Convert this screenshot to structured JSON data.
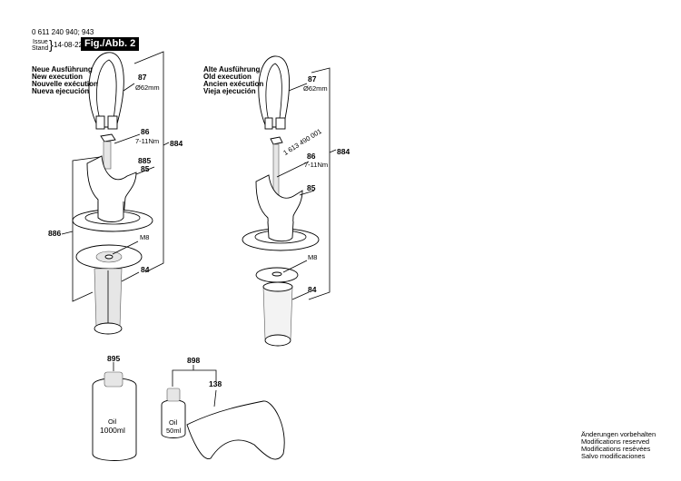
{
  "header": {
    "part_numbers": "0 611 240 940; 943",
    "issue_label": "Issue",
    "stand_label": "Stand",
    "date": "14-08-22",
    "figure": "Fig./Abb. 2"
  },
  "new_version": {
    "title_lines": [
      "Neue Ausführung",
      "New execution",
      "Nouvelle exécution",
      "Nueva ejecución"
    ],
    "labels": {
      "p87": "87",
      "p87_sub": "Ø62mm",
      "p86": "86",
      "p86_sub": "7-11Nm",
      "p884": "884",
      "p885": "885",
      "p85": "85",
      "p886": "886",
      "m8": "M8",
      "p84": "84"
    }
  },
  "old_version": {
    "title_lines": [
      "Alte Ausführung",
      "Old execution",
      "Ancien exécution",
      "Vieja ejecución"
    ],
    "labels": {
      "p87": "87",
      "p87_sub": "Ø62mm",
      "part_no": "1 613 490 001",
      "p86": "86",
      "p86_sub": "7-11Nm",
      "p884": "884",
      "p85": "85",
      "m8": "M8",
      "p84": "84"
    }
  },
  "accessories": {
    "p895": "895",
    "bottle_large": [
      "Oil",
      "1000ml"
    ],
    "p898": "898",
    "p138": "138",
    "bottle_small": [
      "Oil",
      "50ml"
    ]
  },
  "footer": {
    "notice_lines": [
      "Änderungen vorbehalten",
      "Modifications reserved",
      "Modifications resévées",
      "Salvo modificaciones"
    ]
  }
}
